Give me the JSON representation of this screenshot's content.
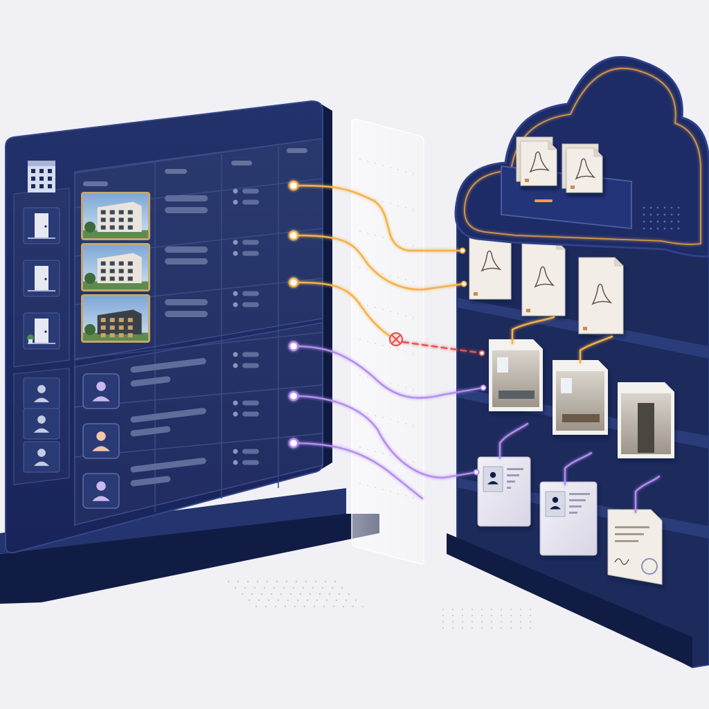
{
  "colors": {
    "background": "#f1f0f4",
    "navy": "#1c2a5c",
    "navy_dark": "#111c44",
    "navy_light": "#2b3c78",
    "panel_cell": "#24346b",
    "placeholder_bar": "#5f6d9a",
    "link_orange": "#f3b24a",
    "link_purple": "#b48cf0",
    "link_error": "#e5534b",
    "cloud_glow": "#e8a34a",
    "paper": "#f2ede6"
  },
  "table": {
    "header_columns": 5,
    "property_rows": [
      {
        "icon": "building-photo-1"
      },
      {
        "icon": "building-photo-2"
      },
      {
        "icon": "building-photo-3"
      }
    ],
    "person_rows": [
      {
        "icon": "person-avatar-lavender"
      },
      {
        "icon": "person-avatar-peach"
      },
      {
        "icon": "person-avatar-lavender"
      }
    ],
    "sidebar_icons": [
      "building-icon",
      "door-icon",
      "door-icon",
      "door-plant-icon",
      "person-icon",
      "person-icon",
      "person-icon"
    ]
  },
  "links": [
    {
      "from": "row-1",
      "to": "pdf-file-1",
      "status": "connected",
      "color": "orange"
    },
    {
      "from": "row-2",
      "to": "pdf-file-1",
      "status": "connected",
      "color": "orange"
    },
    {
      "from": "row-3",
      "to": "photo-room-1",
      "status": "broken",
      "color": "error"
    },
    {
      "from": "row-4",
      "to": "photo-room-1",
      "status": "connected",
      "color": "purple"
    },
    {
      "from": "row-5",
      "to": "photo-room-2",
      "status": "connected",
      "color": "purple"
    },
    {
      "from": "row-6",
      "to": "id-card-1",
      "status": "connected",
      "color": "purple"
    }
  ],
  "storage": {
    "cloud_files": [
      "pdf-icon",
      "pdf-icon"
    ],
    "shelf_1": [
      "pdf-icon",
      "pdf-icon",
      "pdf-icon"
    ],
    "shelf_2": [
      "living-room-photo",
      "kitchen-photo",
      "door-photo"
    ],
    "shelf_3": [
      "id-card",
      "id-card",
      "signed-document"
    ]
  }
}
